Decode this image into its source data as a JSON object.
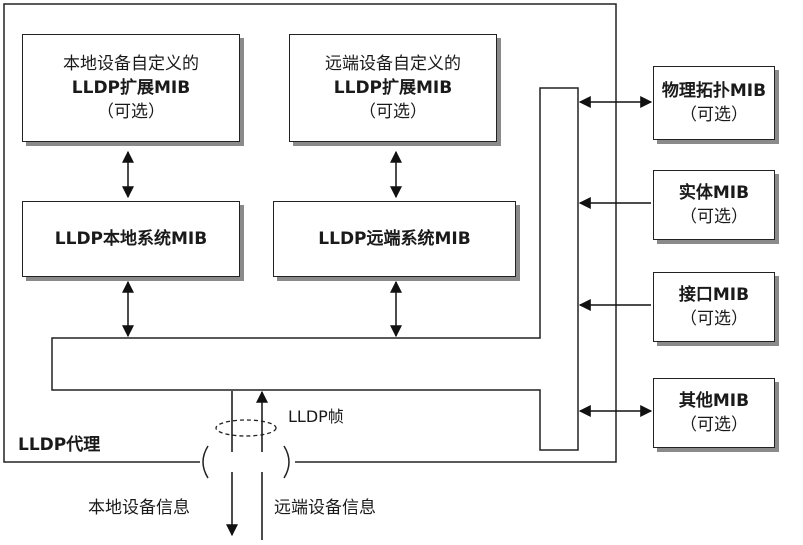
{
  "agent_label": "LLDP代理",
  "local_ext_mib": {
    "line1": "本地设备自定义的",
    "line2": "LLDP扩展MIB",
    "line3": "（可选）"
  },
  "remote_ext_mib": {
    "line1": "远端设备自定义的",
    "line2": "LLDP扩展MIB",
    "line3": "（可选）"
  },
  "local_system_mib": "LLDP本地系统MIB",
  "remote_system_mib": "LLDP远端系统MIB",
  "external_mibs": [
    {
      "name": "物理拓扑MIB",
      "optional": "（可选）"
    },
    {
      "name": "实体MIB",
      "optional": "（可选）"
    },
    {
      "name": "接口MIB",
      "optional": "（可选）"
    },
    {
      "name": "其他MIB",
      "optional": "（可选）"
    }
  ],
  "frame_label": "LLDP帧",
  "local_info_label": "本地设备信息",
  "remote_info_label": "远端设备信息"
}
